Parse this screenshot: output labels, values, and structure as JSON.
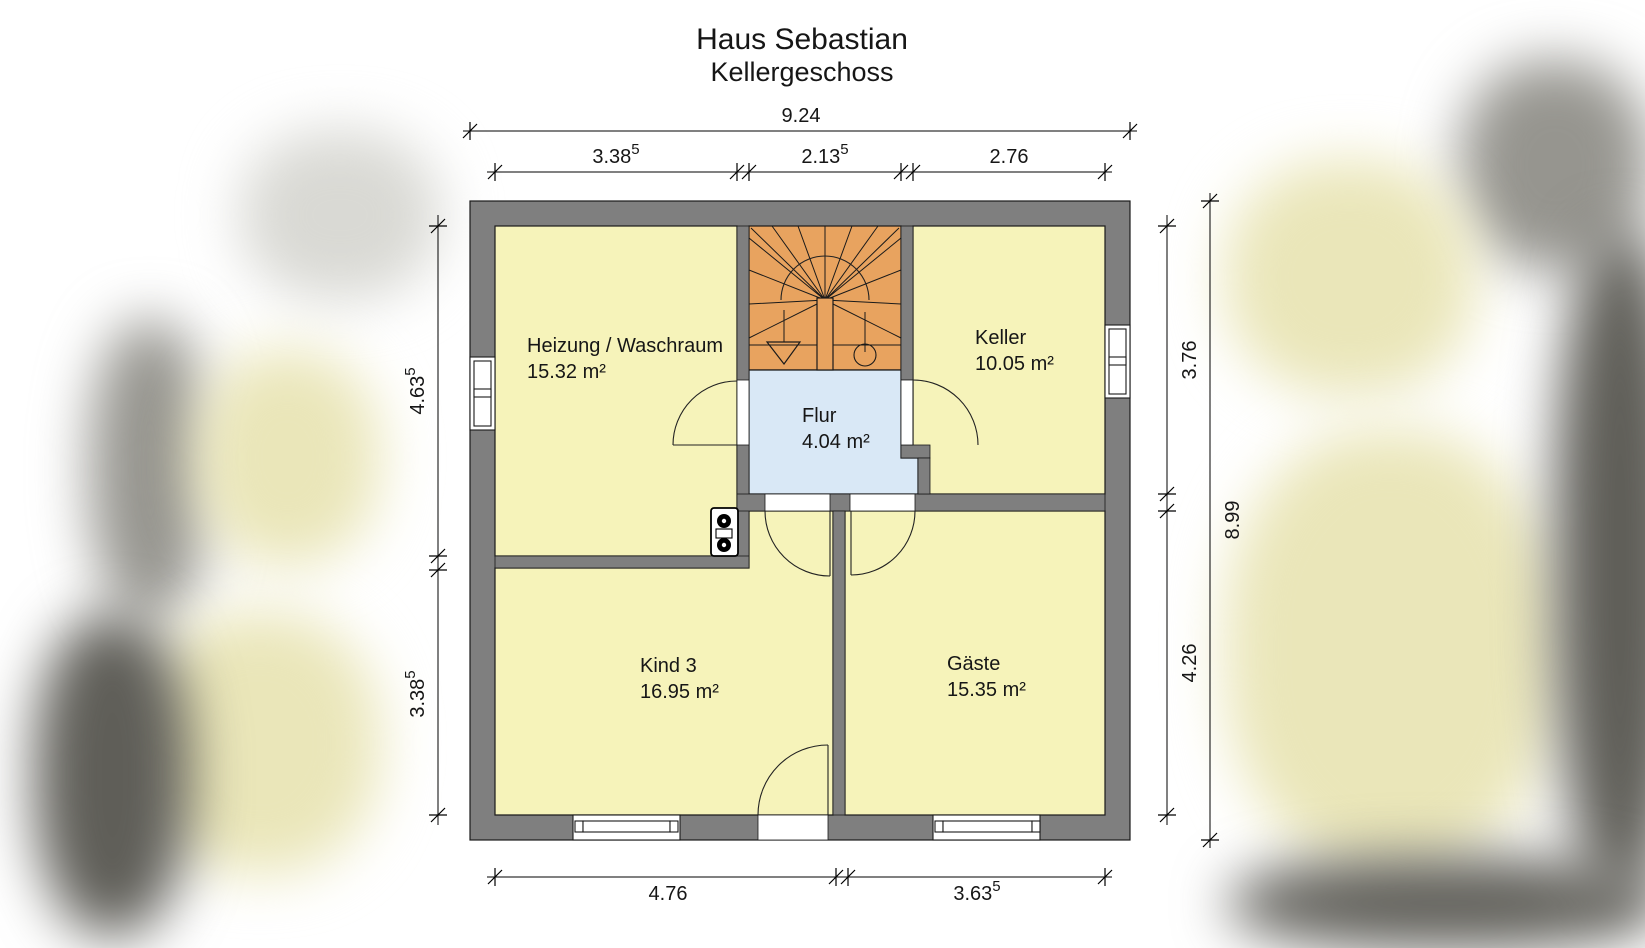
{
  "title": {
    "line1": "Haus Sebastian",
    "line2": "Kellergeschoss"
  },
  "rooms": {
    "heizung": {
      "name": "Heizung / Waschraum",
      "area": "15.32 m²"
    },
    "keller": {
      "name": "Keller",
      "area": "10.05 m²"
    },
    "flur": {
      "name": "Flur",
      "area": "4.04 m²"
    },
    "kind3": {
      "name": "Kind 3",
      "area": "16.95 m²"
    },
    "gaeste": {
      "name": "Gäste",
      "area": "15.35 m²"
    }
  },
  "dimensions": {
    "top_total": {
      "value": "9.24",
      "sup": ""
    },
    "top_left": {
      "value": "3.38",
      "sup": "5"
    },
    "top_mid": {
      "value": "2.13",
      "sup": "5"
    },
    "top_right": {
      "value": "2.76",
      "sup": ""
    },
    "left_upper": {
      "value": "4.63",
      "sup": "5"
    },
    "left_lower": {
      "value": "3.38",
      "sup": "5"
    },
    "right_upper": {
      "value": "3.76",
      "sup": ""
    },
    "right_lower": {
      "value": "4.26",
      "sup": ""
    },
    "right_total": {
      "value": "8.99",
      "sup": ""
    },
    "bottom_left": {
      "value": "4.76",
      "sup": ""
    },
    "bottom_right": {
      "value": "3.63",
      "sup": "5"
    }
  },
  "symbols": {
    "stair_direction": "down-arrow-icon",
    "walk_line_start": "circle-icon",
    "heating_unit": "boiler-icon"
  },
  "colors": {
    "wall": "#7f7f7f",
    "room": "#f6f3ba",
    "stair": "#e8a35f",
    "flur": "#d9e8f6",
    "outline": "#1a1a1a",
    "blob-yellow": "#eae6b9",
    "blob-gray": "#96958f",
    "blob-dark": "#5f5e58",
    "blob-light": "#d9d9d4"
  }
}
